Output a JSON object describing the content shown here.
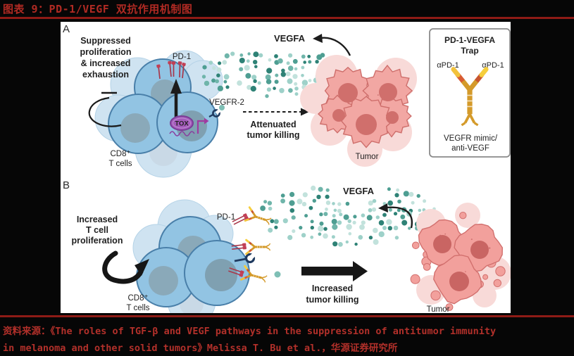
{
  "header": {
    "title": "图表 9：PD-1/VEGF 双抗作用机制图"
  },
  "footer": {
    "lines": [
      "资料来源：《The roles of TGF-β and VEGF pathways in the suppression of antitumor immunity",
      "in melanoma and other solid tumors》Melissa T. Bu et al.，华源证券研究所"
    ]
  },
  "figure": {
    "panel_a": {
      "label": "A",
      "left_note_lines": [
        "Suppressed",
        "proliferation",
        "& increased",
        "exhaustion"
      ],
      "pd1": "PD-1",
      "vegfr2": "VEGFR-2",
      "tox": "TOX",
      "vegfa": "VEGFA",
      "killing_lines": [
        "Attenuated",
        "tumor killing"
      ],
      "cd8_lines": [
        "CD8⁺",
        "T cells"
      ],
      "tumor": "Tumor"
    },
    "panel_b": {
      "label": "B",
      "left_note_lines": [
        "Increased",
        "T cell",
        "proliferation"
      ],
      "pd1": "PD-1",
      "vegfa": "VEGFA",
      "killing_lines": [
        "Increased",
        "tumor killing"
      ],
      "cd8_lines": [
        "CD8⁺",
        "T cells"
      ],
      "tumor": "Tumor"
    },
    "trap_box": {
      "title_lines": [
        "PD-1-VEGFA",
        "Trap"
      ],
      "left_tag": "αPD-1",
      "right_tag": "αPD-1",
      "caption_lines": [
        "VEGFR mimic/",
        "anti-VEGF"
      ]
    },
    "colors": {
      "accent_red": "#B02A23",
      "rule_red": "#8E1B16",
      "page_bg": "#060606",
      "figure_bg": "#FFFFFF",
      "teal_dot": "#4E9E92",
      "cell_blue": "#92C4E3",
      "cell_stroke": "#497FA9",
      "tumor_pink": "#F2A7A3",
      "antibody_gold": "#D49A2A",
      "tox_purple": "#A45CBB",
      "receptor_navy": "#1F3A5F",
      "pin_red": "#C13F55"
    }
  }
}
